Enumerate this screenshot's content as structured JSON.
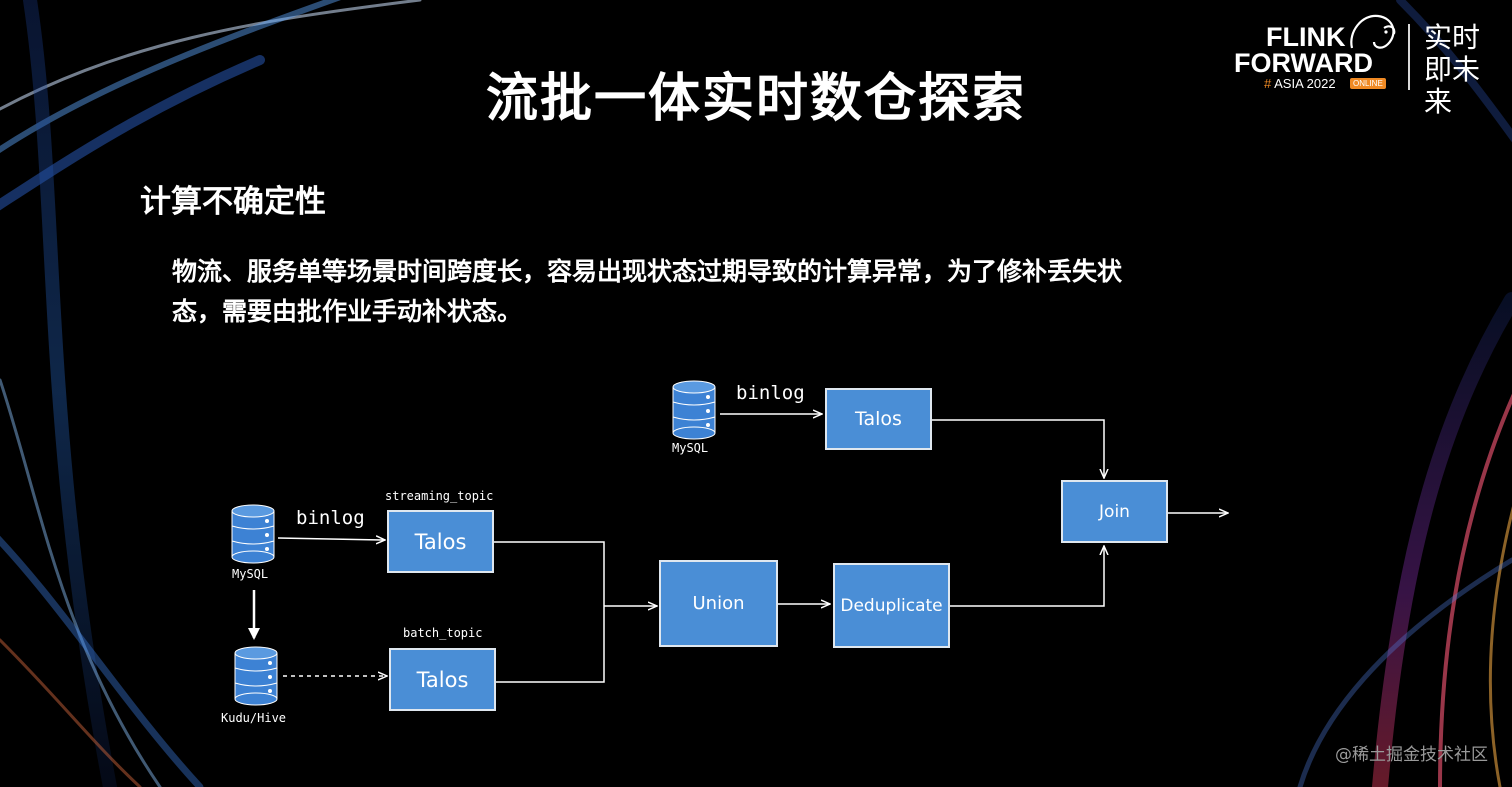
{
  "slide": {
    "title": "流批一体实时数仓探索",
    "subtitle": "计算不确定性",
    "body_line1": "物流、服务单等场景时间跨度长，容易出现状态过期导致的计算异常，为了修补丢失状",
    "body_line2": "态，需要由批作业手动补状态。",
    "watermark": "@稀土掘金技术社区"
  },
  "logo": {
    "line1": "FLINK",
    "line2": "FORWARD",
    "hash": "#",
    "line3": " ASIA 2022",
    "badge": "ONLINE",
    "chinese": "实时即未来"
  },
  "diagram": {
    "db_top_label": "MySQL",
    "edge_top_label": "binlog",
    "talos_top": "Talos",
    "join": "Join",
    "db_mid_label": "MySQL",
    "edge_mid_label": "binlog",
    "streaming_topic_label": "streaming_topic",
    "talos_stream": "Talos",
    "batch_topic_label": "batch_topic",
    "talos_batch": "Talos",
    "db_bottom_label": "Kudu/Hive",
    "union": "Union",
    "dedup": "Deduplicate"
  },
  "colors": {
    "box_fill": "#4a8ed6",
    "box_border": "#dfe7ef",
    "accent": "#f08a24",
    "background": "#000000"
  }
}
